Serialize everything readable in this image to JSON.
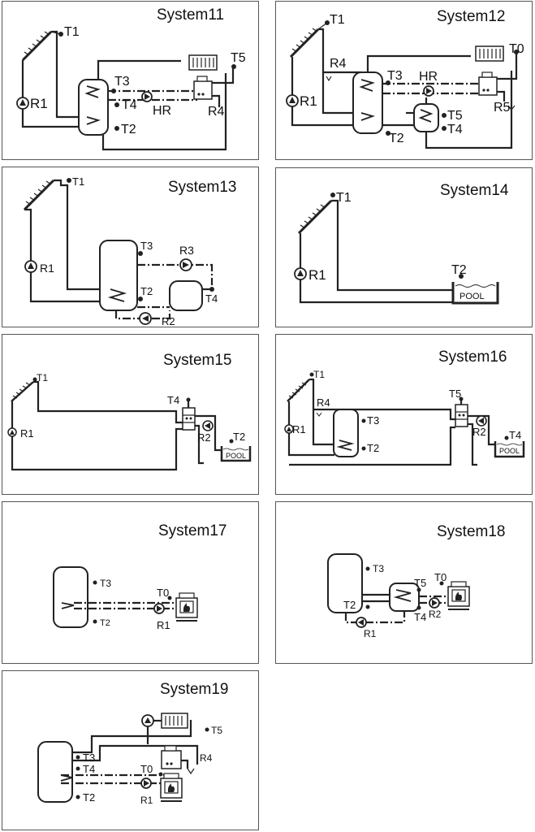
{
  "systems": [
    {
      "title": "System11",
      "labels": {
        "t1": "T1",
        "r1": "R1",
        "t3": "T3",
        "t4": "T4",
        "hr": "HR",
        "t2": "T2",
        "t5": "T5",
        "r4": "R4"
      }
    },
    {
      "title": "System12",
      "labels": {
        "t1": "T1",
        "r1": "R1",
        "r4": "R4",
        "t3": "T3",
        "hr": "HR",
        "t0": "T0",
        "t5": "T5",
        "r5": "R5",
        "t2": "T2",
        "t4": "T4"
      }
    },
    {
      "title": "System13",
      "labels": {
        "t1": "T1",
        "r1": "R1",
        "t3": "T3",
        "r3": "R3",
        "t2": "T2",
        "t4": "T4",
        "r2": "R2"
      }
    },
    {
      "title": "System14",
      "labels": {
        "t1": "T1",
        "r1": "R1",
        "t2": "T2",
        "pool": "POOL"
      }
    },
    {
      "title": "System15",
      "labels": {
        "t1": "T1",
        "r1": "R1",
        "t4": "T4",
        "r2": "R2",
        "t2": "T2",
        "pool": "POOL"
      }
    },
    {
      "title": "System16",
      "labels": {
        "t1": "T1",
        "r4": "R4",
        "r1": "R1",
        "t3": "T3",
        "t2": "T2",
        "t5": "T5",
        "r2": "R2",
        "t4": "T4",
        "pool": "POOL"
      }
    },
    {
      "title": "System17",
      "labels": {
        "t3": "T3",
        "t0": "T0",
        "t2": "T2",
        "r1": "R1"
      }
    },
    {
      "title": "System18",
      "labels": {
        "t3": "T3",
        "t0": "T0",
        "t5": "T5",
        "t2": "T2",
        "t4": "T4",
        "r2": "R2",
        "r1": "R1"
      }
    },
    {
      "title": "System19",
      "labels": {
        "t5": "T5",
        "t3": "T3",
        "t4": "T4",
        "r4": "R4",
        "t0": "T0",
        "t2": "T2",
        "r1": "R1"
      }
    }
  ]
}
